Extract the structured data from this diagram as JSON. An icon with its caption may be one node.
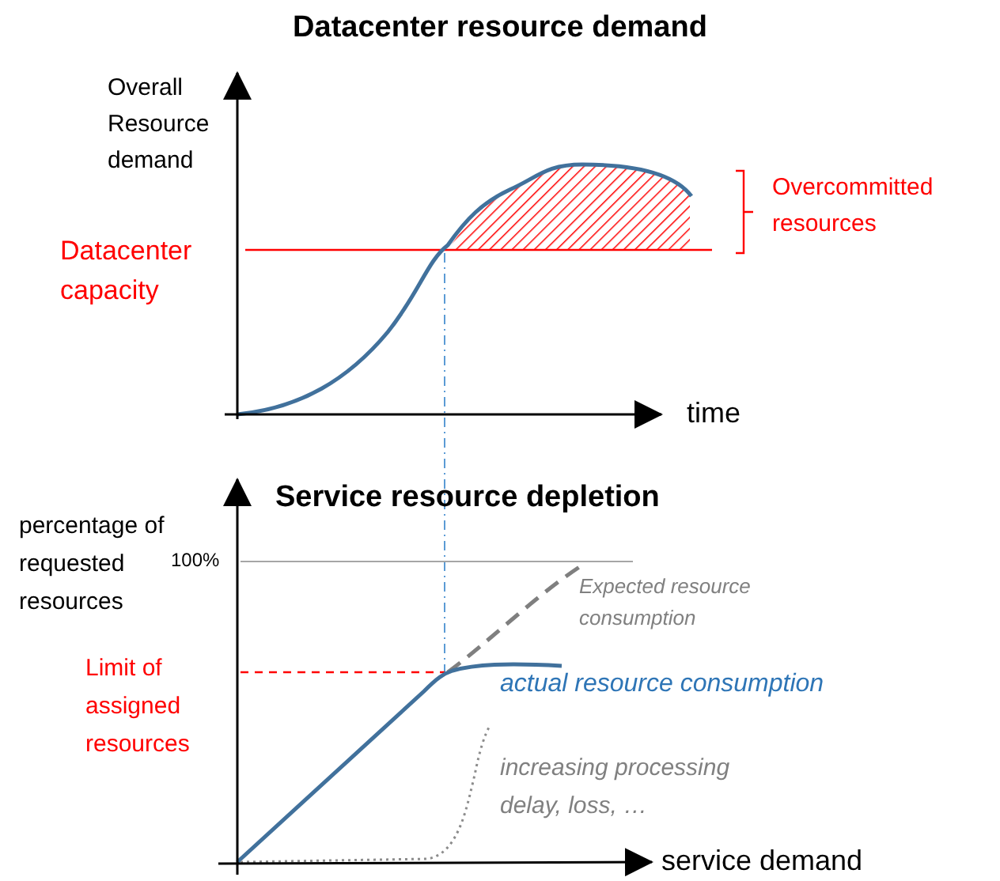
{
  "diagram": {
    "title": "Datacenter resource demand",
    "labels": [
      "Overall Resource demand",
      "Datacenter capacity",
      "Overcommitted resources",
      "time",
      "Service resource depletion",
      "percentage of requested resources",
      "100%",
      "Expected resource consumption",
      "Limit of assigned resources",
      "actual resource consumption",
      "increasing processing delay, loss, …",
      "service demand"
    ]
  }
}
